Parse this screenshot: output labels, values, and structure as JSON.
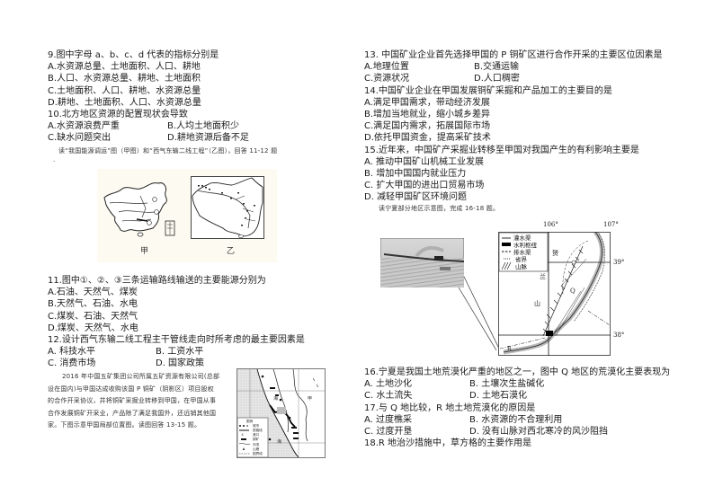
{
  "left_column": {
    "q9": {
      "stem": "9.图中字母 a、b、c、d 代表的指标分别是",
      "options": [
        "A.水资源总量、土地面积、人口、耕地",
        "B.人口、水资源总量、耕地、土地面积",
        "C.土地面积、人口、耕地、水资源总量",
        "D.耕地、土地面积、人口、水资源总量"
      ]
    },
    "q10": {
      "stem": "10.北方地区资源的配置现状会导致",
      "options": [
        "A.水资源浪费严重",
        "B.人均土地面积少",
        "C.缺水问题突出",
        "D.耕地资源后备不足"
      ]
    },
    "intro_11_12": {
      "text": "读“我国能源调运”图（甲图）和“西气东输二线工程”（乙图），回答 11-12 题",
      "dot": "."
    },
    "figure_11_12": {
      "label_jia": "甲",
      "label_yi": "乙",
      "route_markers": [
        "①",
        "②",
        "③"
      ]
    },
    "q11": {
      "stem": "11.图中①、②、③三条运输路线输送的主要能源分别为",
      "options": [
        "A.石油、天然气、煤炭",
        "B.天然气、石油、水电",
        "C.煤炭、石油、天然气",
        "D.煤炭、天然气、水电"
      ]
    },
    "q12": {
      "stem": "12.设计西气东输二线工程主干管线走向时所考虑的最主要因素是",
      "options": [
        "A.  科技水平",
        "B.  工资水平",
        "C.  消费市场",
        "D.  国家政策"
      ]
    },
    "intro_13_15": {
      "lines": [
        "2016 年中国五矿集团公司所属五矿资源有限公司(总部",
        "设在国内)与甲国达成收购该国 P 铜矿（阴影区）项目股权",
        "的合作开采协议，并将铜矿采掘业转移到甲国，在甲国从事",
        "合作发展铜矿开采业，产品除了满足我国外，还远销其他国",
        "家。下图示意甲国局部位置图。读图回答 13-15 题。"
      ]
    },
    "figure_13_15": {
      "legend_title": "图例",
      "legend_items": [
        "城市",
        "铁路线",
        "港口",
        "铜矿",
        "河流",
        "山峰",
        "国界线"
      ],
      "labels": [
        "海",
        "甲",
        "海"
      ]
    }
  },
  "right_column": {
    "q13": {
      "stem": "13. 中国矿业企业首先选择甲国的 P 铜矿区进行合作开采的主要区位因素是",
      "options": [
        "A.地理位置",
        "B.交通运输",
        "C.资源状况",
        "D.人口稠密"
      ]
    },
    "q14": {
      "stem": "14.中国矿业企业在甲国发展铜矿采掘和产品加工的主要目的是",
      "options": [
        "A.满足甲国需求，带动经济发展",
        "B.增加当地就业，缩小城乡差异",
        "C.满足国内需求，拓展国际市场",
        "D.依托甲国资金，提高采矿技术"
      ]
    },
    "q15": {
      "stem": "15.近年来，中国矿产采掘业转移至甲国对我国产生的有利影响主要是",
      "options": [
        "A.  推动中国矿山机械工业发展",
        "B.  增加中国国内就业压力",
        "C.  扩大甲国的进出口贸易市场",
        "D.  减轻甲国矿区环境问题"
      ]
    },
    "intro_16_18": {
      "text": "读宁夏部分地区示意图，完成 16-18 题。"
    },
    "figure_16_18": {
      "legend_items": [
        "灌水渠",
        "水利枢纽",
        "排水渠",
        "省界",
        "山脉"
      ],
      "longitudes": [
        "106°",
        "107°"
      ],
      "latitudes": [
        "39°",
        "38°"
      ],
      "labels": {
        "mountain_top": "贺",
        "mountain_mid": "兰",
        "mountain_bottom": "山",
        "area_q": "Q",
        "area_r": "R"
      }
    },
    "q16": {
      "stem": "16.宁夏是我国土地荒漠化严重的地区之一，图中 Q 地区的荒漠化主要表现为",
      "options": [
        "A.  土地沙化",
        "B.  土壤次生盐碱化",
        "C.  水土流失",
        "D.  土地石漠化"
      ]
    },
    "q17": {
      "stem": "17.与 Q 地比较，R 地土地荒漠化的原因是",
      "options": [
        "A.  过度樵采",
        "B.  水资源的不合理利用",
        "C.  过度开垦",
        "D.  没有山脉对西北寒冷的风沙阻挡"
      ]
    },
    "q18": {
      "stem": "18.R 地治沙措施中，草方格的主要作用是"
    }
  }
}
